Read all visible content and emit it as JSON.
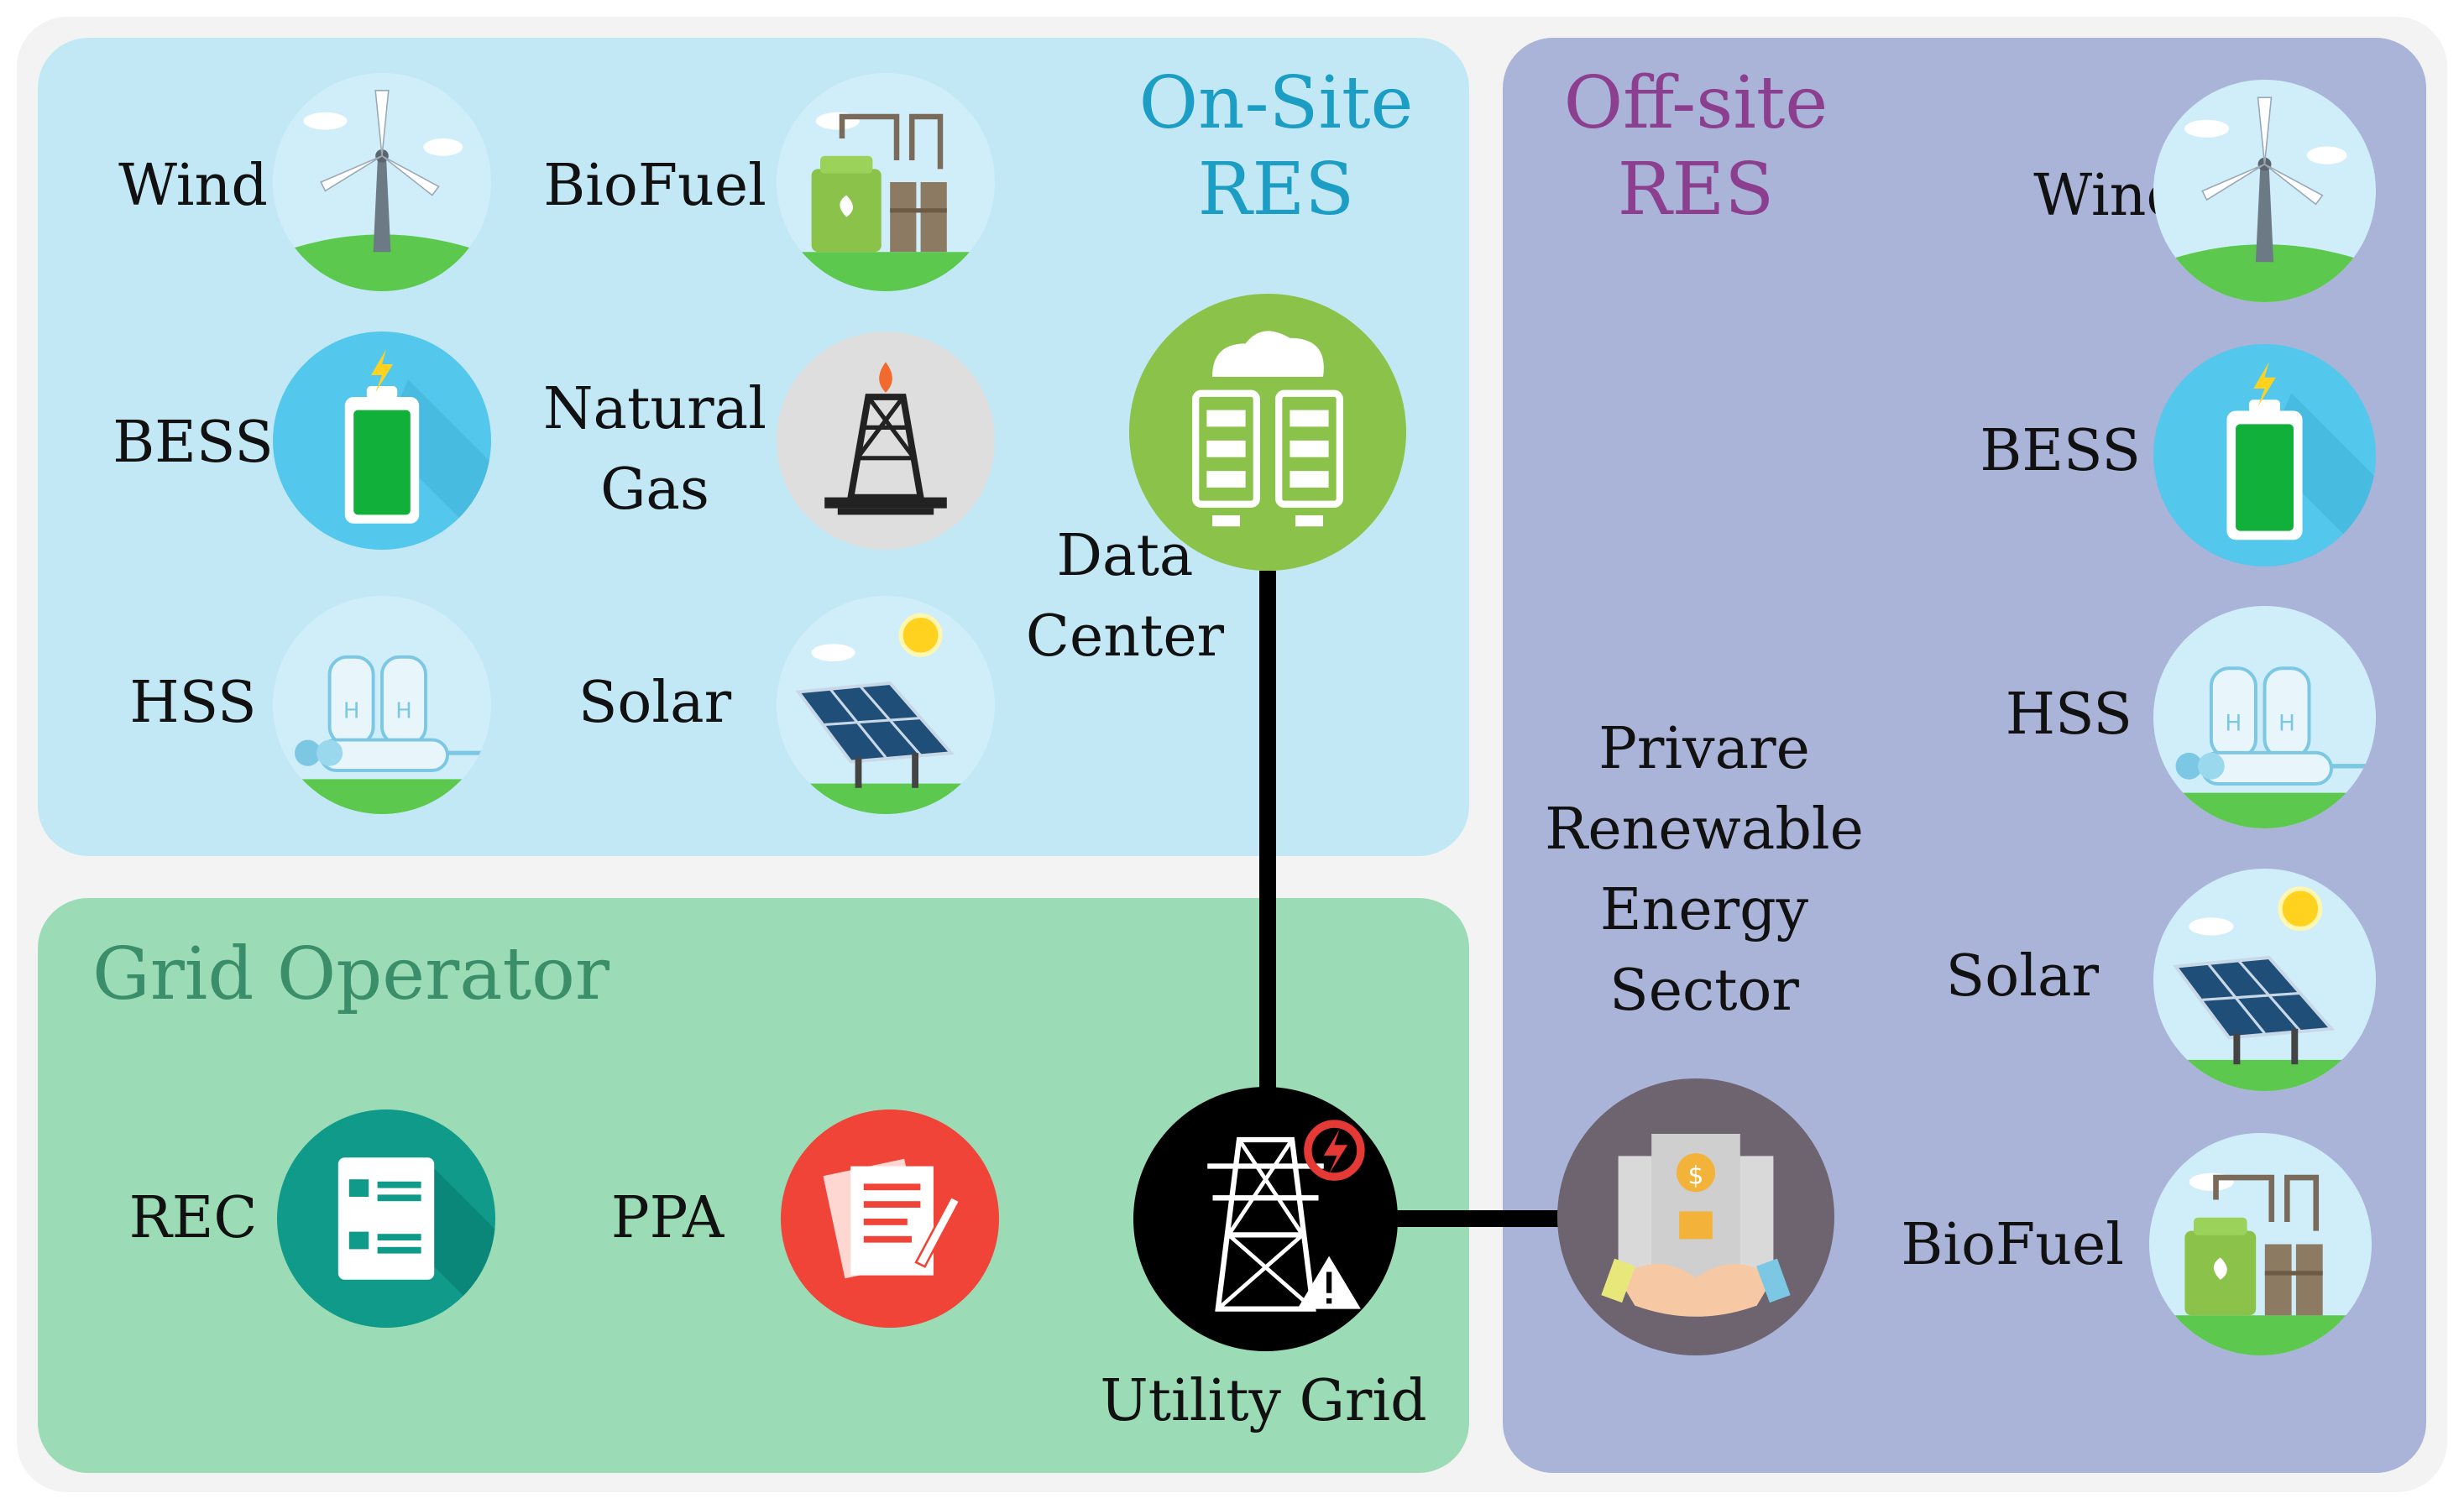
{
  "onsite": {
    "title": [
      "On-Site",
      "RES"
    ],
    "items": [
      {
        "label": "Wind",
        "icon": "wind-turbine-icon"
      },
      {
        "label": "BioFuel",
        "icon": "biofuel-plant-icon"
      },
      {
        "label": "BESS",
        "icon": "battery-icon"
      },
      {
        "label": "Natural Gas",
        "label_lines": [
          "Natural",
          "Gas"
        ],
        "icon": "gas-rig-icon"
      },
      {
        "label": "HSS",
        "icon": "hydrogen-storage-icon"
      },
      {
        "label": "Solar",
        "icon": "solar-panel-icon"
      }
    ]
  },
  "data_center": {
    "label_lines": [
      "Data",
      "Center"
    ],
    "icon": "server-icon"
  },
  "grid_operator": {
    "title": "Grid Operator",
    "items": [
      {
        "label": "REC",
        "icon": "checklist-icon"
      },
      {
        "label": "PPA",
        "icon": "contract-icon"
      }
    ]
  },
  "utility_grid": {
    "label": "Utility Grid",
    "icon": "transmission-tower-icon"
  },
  "offsite": {
    "title": [
      "Off-site",
      "RES"
    ],
    "sector_label_lines": [
      "Privare",
      "Renewable",
      "Energy",
      "Sector"
    ],
    "sector_icon": "handshake-building-icon",
    "items": [
      {
        "label": "Wind",
        "icon": "wind-turbine-icon"
      },
      {
        "label": "BESS",
        "icon": "battery-icon"
      },
      {
        "label": "HSS",
        "icon": "hydrogen-storage-icon"
      },
      {
        "label": "Solar",
        "icon": "solar-panel-icon"
      },
      {
        "label": "BioFuel",
        "icon": "biofuel-plant-icon"
      }
    ]
  },
  "colors": {
    "onsite_panel": "#c2e8f6",
    "grid_panel": "#9bdcb6",
    "offsite_panel": "#aab3d8",
    "onsite_title": "#1b9dc4",
    "offsite_title": "#8c3f8f",
    "grid_title": "#3a8f6a",
    "data_center": "#8bc34a",
    "rec": "#0f9a8a",
    "ppa": "#f04438",
    "utility_grid": "#000000",
    "sector": "#6d6470"
  }
}
